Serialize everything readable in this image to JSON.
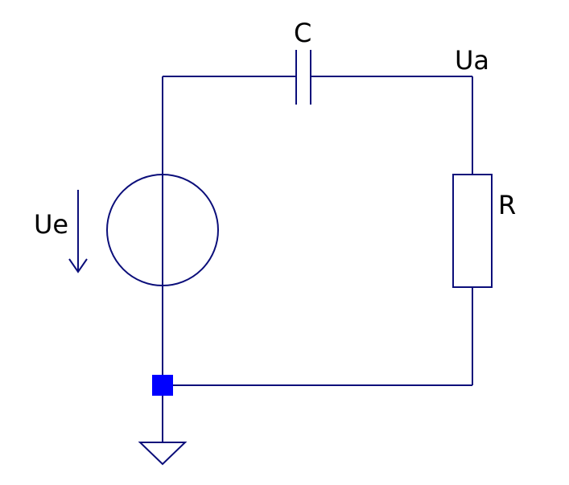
{
  "labels": {
    "capacitor": "C",
    "output_voltage": "Ua",
    "resistor": "R",
    "input_voltage": "Ue"
  },
  "colors": {
    "wire": "#0b0e7a",
    "node": "#0000ff",
    "background": "#ffffff",
    "text": "#000000"
  },
  "icons": {
    "voltage_source": "voltage-source-icon",
    "capacitor": "capacitor-icon",
    "resistor": "resistor-icon",
    "ground": "ground-icon",
    "arrow": "down-arrow-icon",
    "node": "junction-node-icon"
  }
}
